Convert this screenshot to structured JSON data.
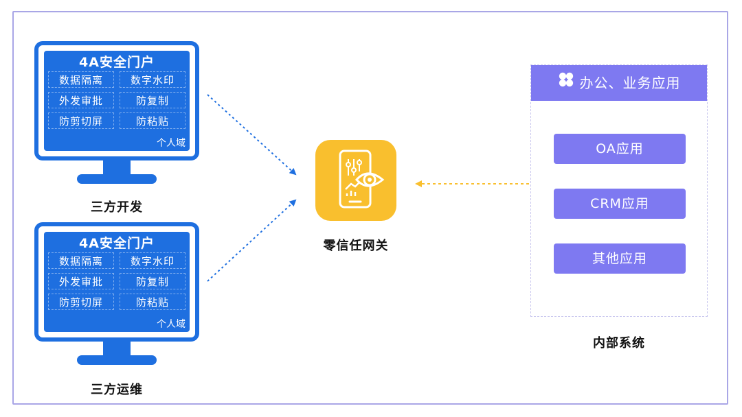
{
  "monitors": [
    {
      "portal_title": "4A安全门户",
      "cells": [
        "数据隔离",
        "数字水印",
        "外发审批",
        "防复制",
        "防剪切屏",
        "防粘贴"
      ],
      "domain_label": "个人域",
      "caption": "三方开发"
    },
    {
      "portal_title": "4A安全门户",
      "cells": [
        "数据隔离",
        "数字水印",
        "外发审批",
        "防复制",
        "防剪切屏",
        "防粘贴"
      ],
      "domain_label": "个人域",
      "caption": "三方运维"
    }
  ],
  "gateway": {
    "label": "零信任网关",
    "icon": "phone-eye-icon"
  },
  "internal": {
    "header": "办公、业务应用",
    "header_icon": "clover-icon",
    "apps": [
      "OA应用",
      "CRM应用",
      "其他应用"
    ],
    "caption": "内部系统"
  },
  "colors": {
    "blue": "#1e6fe0",
    "purple": "#7e79f1",
    "gold": "#f9bf2e",
    "frame": "#a9a6e6"
  }
}
